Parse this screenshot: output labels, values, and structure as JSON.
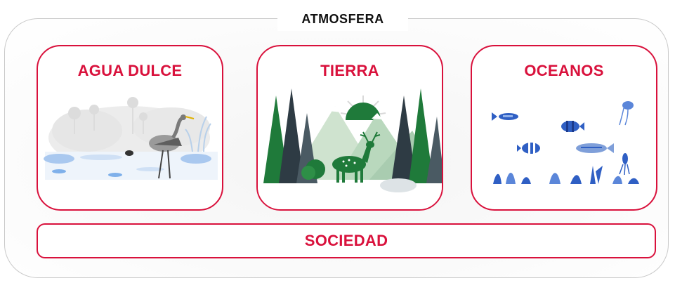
{
  "diagram": {
    "outer_label": "ATMOSFERA",
    "cards": [
      {
        "title": "AGUA DULCE",
        "icon": "heron-wetland-illustration"
      },
      {
        "title": "TIERRA",
        "icon": "deer-forest-illustration"
      },
      {
        "title": "OCEANOS",
        "icon": "fish-reef-illustration"
      }
    ],
    "bottom_label": "SOCIEDAD",
    "colors": {
      "accent": "#d9113c",
      "frame": "#c9c9c9",
      "forest": "#1f7a3a",
      "ocean": "#2f5fc4"
    }
  }
}
